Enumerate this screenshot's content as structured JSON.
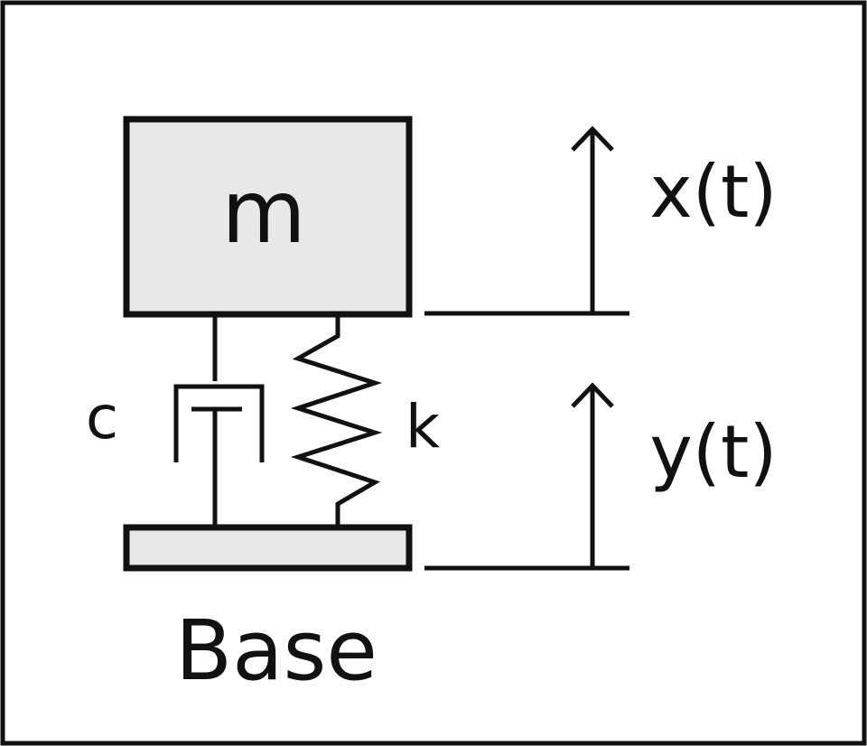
{
  "labels": {
    "mass": "m",
    "damper": "c",
    "spring": "k",
    "mass_displacement": "x(t)",
    "base_displacement": "y(t)",
    "base": "Base"
  },
  "colors": {
    "stroke": "#111111",
    "fill": "#e8e8e8",
    "background": "#ffffff"
  }
}
